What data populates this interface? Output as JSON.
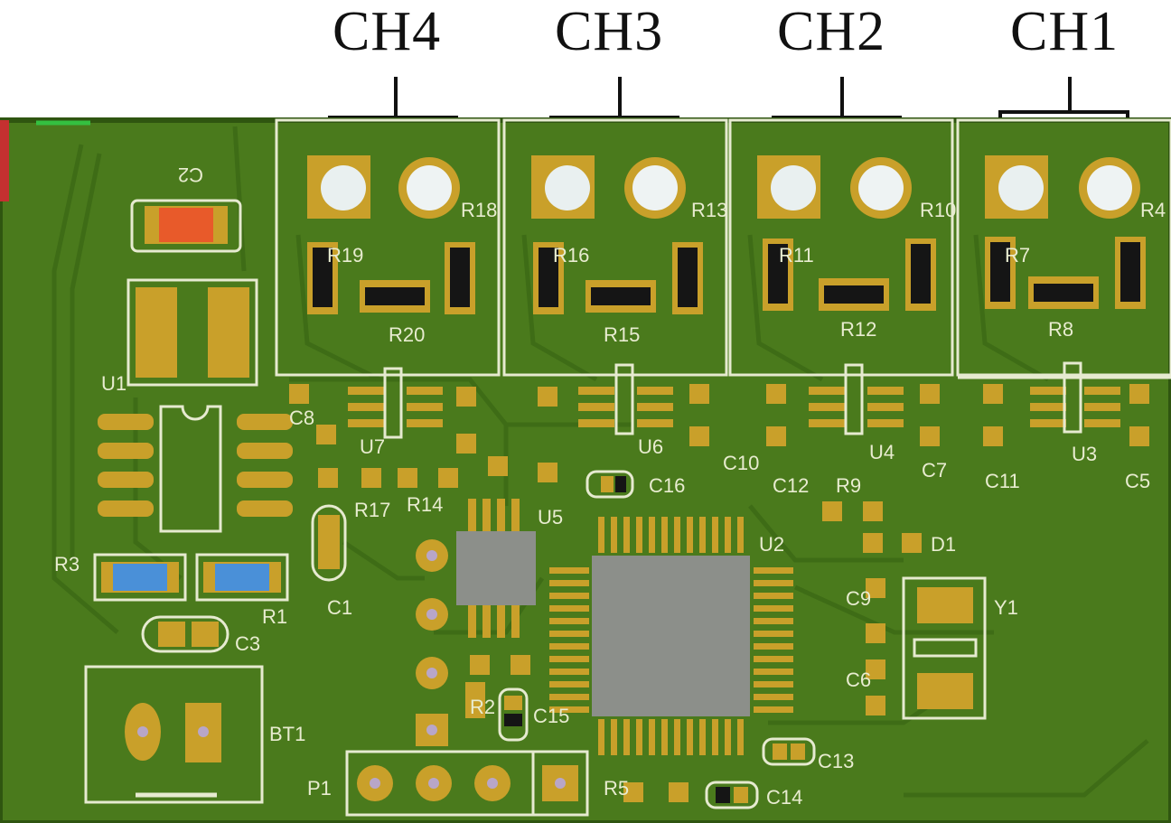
{
  "channels": [
    {
      "label": "CH4"
    },
    {
      "label": "CH3"
    },
    {
      "label": "CH2"
    },
    {
      "label": "CH1"
    }
  ],
  "board": {
    "components": {
      "c2": "C2",
      "u1": "U1",
      "r20": "R20",
      "r18": "R18",
      "r19": "R19",
      "r13": "R13",
      "r15": "R15",
      "r16": "R16",
      "r10": "R10",
      "r11": "R11",
      "r12": "R12",
      "r8": "R8",
      "r7": "R7",
      "r4": "R4",
      "u7": "U7",
      "u6": "U6",
      "u4": "U4",
      "u3": "U3",
      "r17": "R17",
      "r14": "R14",
      "c16": "C16",
      "u5": "U5",
      "u2": "U2",
      "r9": "R9",
      "d1": "D1",
      "r3": "R3",
      "r1": "R1",
      "c3": "C3",
      "c1": "C1",
      "c12": "C12",
      "c11": "C11",
      "c13": "C13",
      "c14": "C14",
      "c15": "C15",
      "c10": "C10",
      "bt1": "BT1",
      "p1": "P1",
      "y1": "Y1",
      "c6": "C6",
      "c9": "C9",
      "r2": "R2",
      "r5": "R5",
      "c7": "C7",
      "c8": "C8",
      "c5": "C5"
    },
    "colors": {
      "board": "#4a7a1c",
      "trace": "#3d6a18",
      "silkscreen": "#e6ead0",
      "pad": "#c9a02a",
      "chip": "#8c8f8a",
      "blue_cap": "#4a90d8",
      "orange_cap": "#e85a2a"
    }
  }
}
